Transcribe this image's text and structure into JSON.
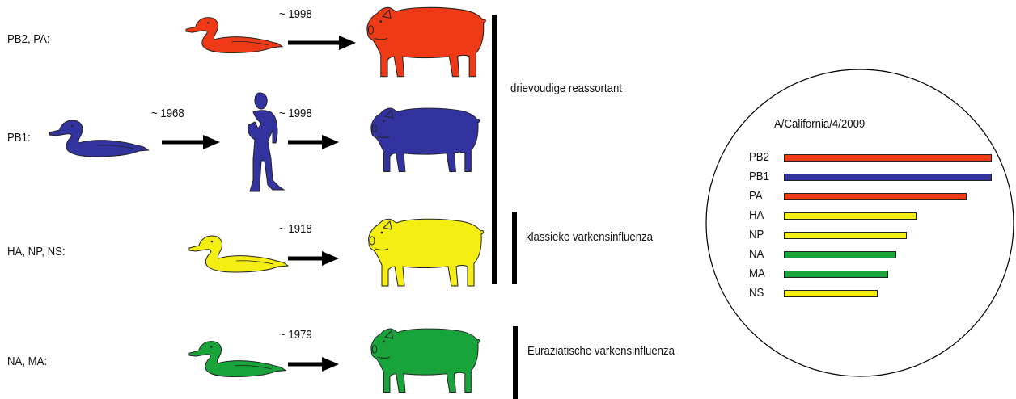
{
  "colors": {
    "red": "#ee3a16",
    "blue": "#3333a0",
    "yellow": "#f4ee12",
    "green": "#18a43a",
    "black": "#000000"
  },
  "rows": [
    {
      "label": "PB2, PA:",
      "color": "red",
      "transitions": [
        {
          "from": "duck-icon",
          "to": "pig-icon",
          "year": "~ 1998"
        }
      ]
    },
    {
      "label": "PB1:",
      "color": "blue",
      "transitions": [
        {
          "from": "duck-icon",
          "to": "human-icon",
          "year": "~ 1968"
        },
        {
          "from": "human-icon",
          "to": "pig-icon",
          "year": "~ 1998"
        }
      ]
    },
    {
      "label": "HA, NP, NS:",
      "color": "yellow",
      "transitions": [
        {
          "from": "duck-icon",
          "to": "pig-icon",
          "year": "~ 1918"
        }
      ]
    },
    {
      "label": "NA, MA:",
      "color": "green",
      "transitions": [
        {
          "from": "duck-icon",
          "to": "pig-icon",
          "year": "~ 1979"
        }
      ]
    }
  ],
  "groups": {
    "triple": "drievoudige reassortant",
    "classic": "klassieke varkensinfluenza",
    "eurasian": "Euraziatische varkensinfluenza"
  },
  "strain": {
    "title": "A/California/4/2009",
    "segments": [
      {
        "name": "PB2",
        "color": "red",
        "relative_length": 1.0
      },
      {
        "name": "PB1",
        "color": "blue",
        "relative_length": 1.0
      },
      {
        "name": "PA",
        "color": "red",
        "relative_length": 0.88
      },
      {
        "name": "HA",
        "color": "yellow",
        "relative_length": 0.64
      },
      {
        "name": "NP",
        "color": "yellow",
        "relative_length": 0.59
      },
      {
        "name": "NA",
        "color": "green",
        "relative_length": 0.54
      },
      {
        "name": "MA",
        "color": "green",
        "relative_length": 0.5
      },
      {
        "name": "NS",
        "color": "yellow",
        "relative_length": 0.45
      }
    ]
  }
}
